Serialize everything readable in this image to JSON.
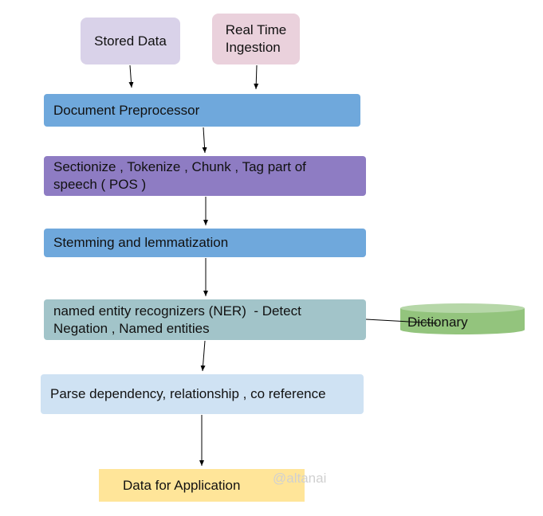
{
  "nodes": {
    "stored_data": "Stored Data",
    "real_time_ingestion_line1": "Real Time",
    "real_time_ingestion_line2": "Ingestion",
    "document_preprocessor": "Document Preprocessor",
    "sectionize_line1": "Sectionize , Tokenize , Chunk , Tag part of",
    "sectionize_line2": "speech ( POS )",
    "stemming": "Stemming and lemmatization",
    "ner_line1": "named entity recognizers (NER)  - Detect",
    "ner_line2": "Negation , Named entities",
    "parse": "Parse dependency, relationship , co reference",
    "data_for_application": "Data for Application",
    "dictionary": "Dictionary"
  },
  "watermark": "@altanai",
  "colors": {
    "stored_data": "#d9d2e9",
    "real_time_ingestion": "#ead1dc",
    "document_preprocessor": "#6fa8dc",
    "sectionize": "#8e7cc3",
    "stemming": "#6fa8dc",
    "ner": "#a2c4c9",
    "parse": "#cfe2f3",
    "data_for_application": "#ffe599",
    "dictionary": "#93c47d"
  }
}
